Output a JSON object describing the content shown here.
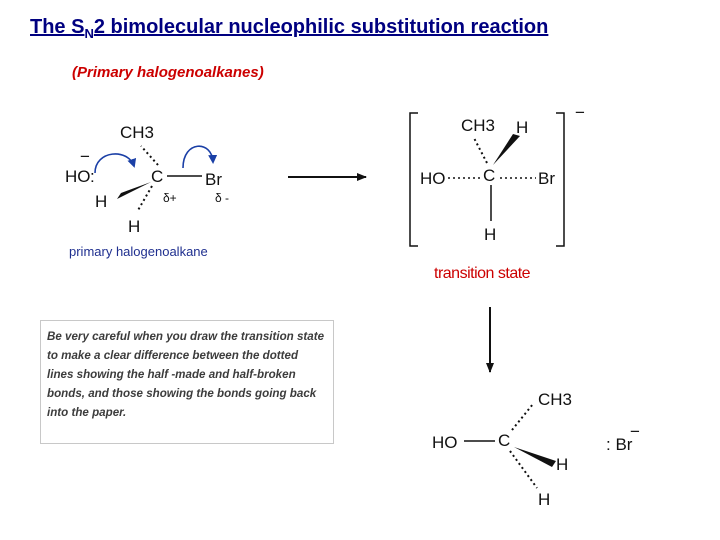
{
  "title": {
    "prefix": "The S",
    "sub": "N",
    "rest": "2 bimolecular nucleophilic substitution reaction"
  },
  "subtitle": "(Primary halogenoalkanes)",
  "reactant": {
    "caption": "primary halogenoalkane",
    "ch3": "CH3",
    "ho": "HO",
    "lone_pair": ":",
    "charge": "−",
    "c": "C",
    "br": "Br",
    "h_left": "H",
    "h_bottom": "H",
    "delta_plus": "δ+",
    "delta_minus": "δ -"
  },
  "transition_state": {
    "label": "transition state",
    "ch3": "CH3",
    "h_top": "H",
    "ho": "HO",
    "c": "C",
    "br": "Br",
    "h_bottom": "H",
    "charge": "−"
  },
  "product": {
    "ch3": "CH3",
    "ho": "HO",
    "c": "C",
    "h_right": "H",
    "h_bottom": "H",
    "bromide": ": Br",
    "charge": "−"
  },
  "note": "Be very careful when you draw the transition state to make a clear difference between the dotted lines showing the half -made and half-broken bonds, and those showing the bonds going back into the paper.",
  "colors": {
    "title": "#000080",
    "subtitle": "#cc0000",
    "caption": "#1f2f8f",
    "arrows": "#1a3fa6",
    "ts_label": "#cc0000"
  }
}
